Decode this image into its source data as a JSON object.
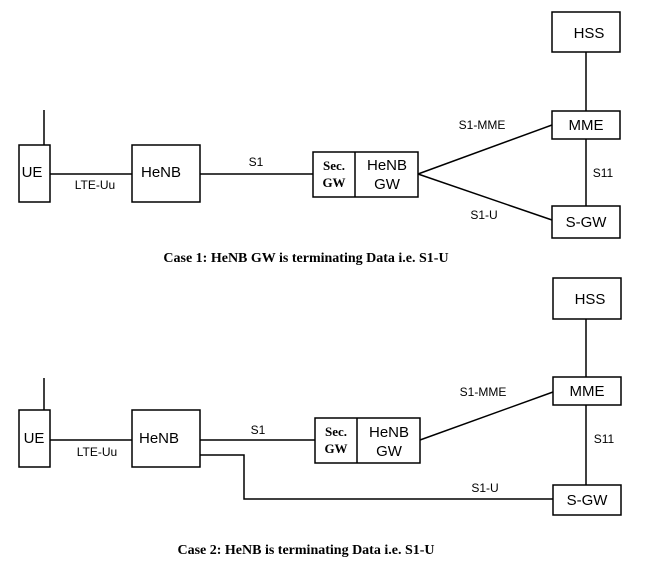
{
  "case1": {
    "nodes": {
      "ue": "UE",
      "henb": "HeNB",
      "sec_line1": "Sec.",
      "sec_line2": "GW",
      "henbgw_line1": "HeNB",
      "henbgw_line2": "GW",
      "hss": "HSS",
      "mme": "MME",
      "sgw": "S-GW"
    },
    "links": {
      "lte_uu": "LTE-Uu",
      "s1": "S1",
      "s1_mme": "S1-MME",
      "s1_u": "S1-U",
      "s11": "S11"
    },
    "caption": "Case 1: HeNB GW is terminating Data i.e. S1-U"
  },
  "case2": {
    "nodes": {
      "ue": "UE",
      "henb": "HeNB",
      "sec_line1": "Sec.",
      "sec_line2": "GW",
      "henbgw_line1": "HeNB",
      "henbgw_line2": "GW",
      "hss": "HSS",
      "mme": "MME",
      "sgw": "S-GW"
    },
    "links": {
      "lte_uu": "LTE-Uu",
      "s1": "S1",
      "s1_mme": "S1-MME",
      "s1_u": "S1-U",
      "s11": "S11"
    },
    "caption": "Case 2: HeNB is terminating Data i.e. S1-U"
  }
}
